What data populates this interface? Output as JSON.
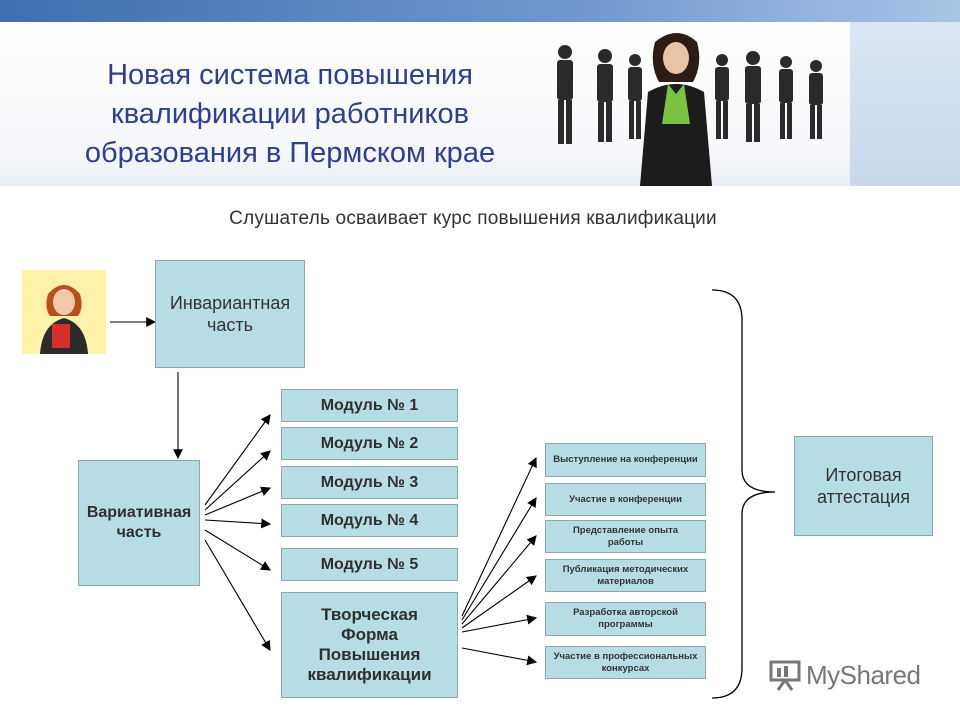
{
  "header": {
    "title_lines": [
      "Новая система повышения",
      "квалификации работников",
      "образования в Пермском крае"
    ]
  },
  "subtitle": "Слушатель осваивает курс повышения квалификации",
  "diagram": {
    "invariant": [
      "Инвариантная",
      "часть"
    ],
    "variative": [
      "Вариативная",
      "часть"
    ],
    "modules": [
      "Модуль № 1",
      "Модуль № 2",
      "Модуль № 3",
      "Модуль № 4",
      "Модуль № 5"
    ],
    "creative": [
      "Творческая",
      "Форма",
      "Повышения",
      "квалификации"
    ],
    "activities": [
      [
        "Выступление на конференции"
      ],
      [
        "Участие в конференции"
      ],
      [
        "Представление опыта",
        "работы"
      ],
      [
        "Публикация методических",
        "материалов"
      ],
      [
        "Разработка авторской",
        "программы"
      ],
      [
        "Участие в профессиональных",
        "конкурсах"
      ]
    ],
    "final": [
      "Итоговая",
      "аттестация"
    ]
  },
  "logo": "MyShared",
  "colors": {
    "box_fill": "#b7dde4",
    "title": "#2e3f8f",
    "topbar": "#3f6fb0"
  }
}
